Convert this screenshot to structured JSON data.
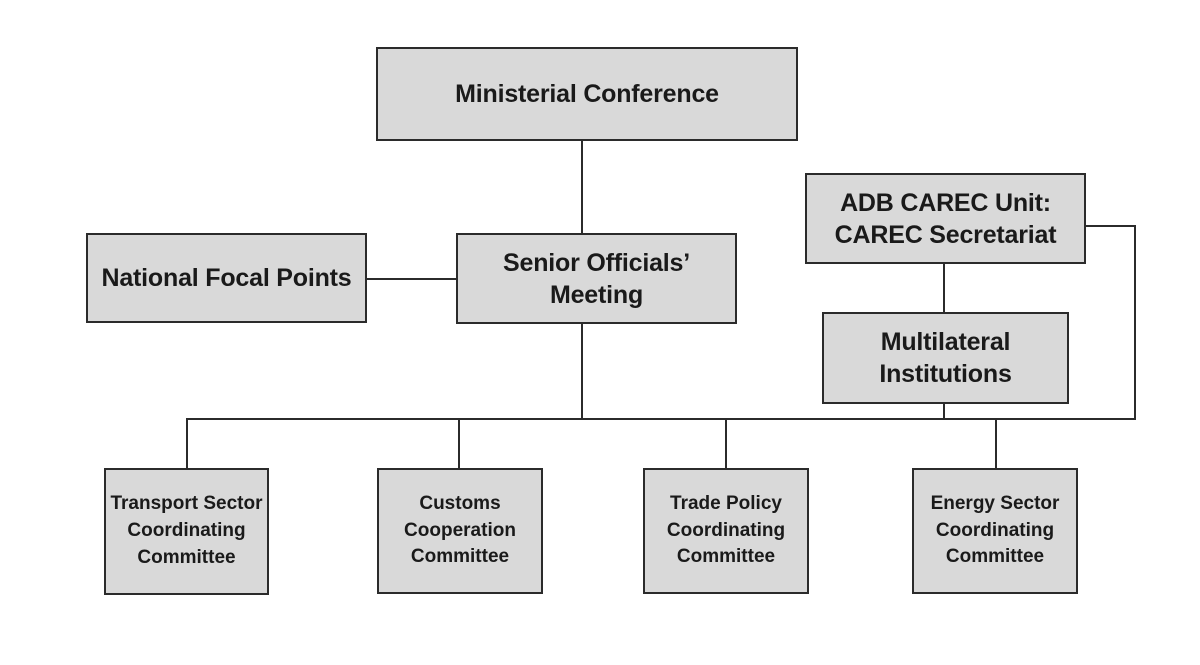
{
  "nodes": {
    "ministerial_conference": "Ministerial Conference",
    "senior_officials_meeting": "Senior Officials’\nMeeting",
    "national_focal_points": "National Focal Points",
    "adb_carec_unit": "ADB CAREC Unit:\nCAREC Secretariat",
    "multilateral_institutions": "Multilateral\nInstitutions",
    "transport_committee": "Transport Sector\nCoordinating\nCommittee",
    "customs_committee": "Customs\nCooperation\nCommittee",
    "trade_policy_committee": "Trade Policy\nCoordinating\nCommittee",
    "energy_committee": "Energy Sector\nCoordinating\nCommittee"
  },
  "colors": {
    "box_fill": "#d9d9d9",
    "line": "#2b2b2b"
  }
}
